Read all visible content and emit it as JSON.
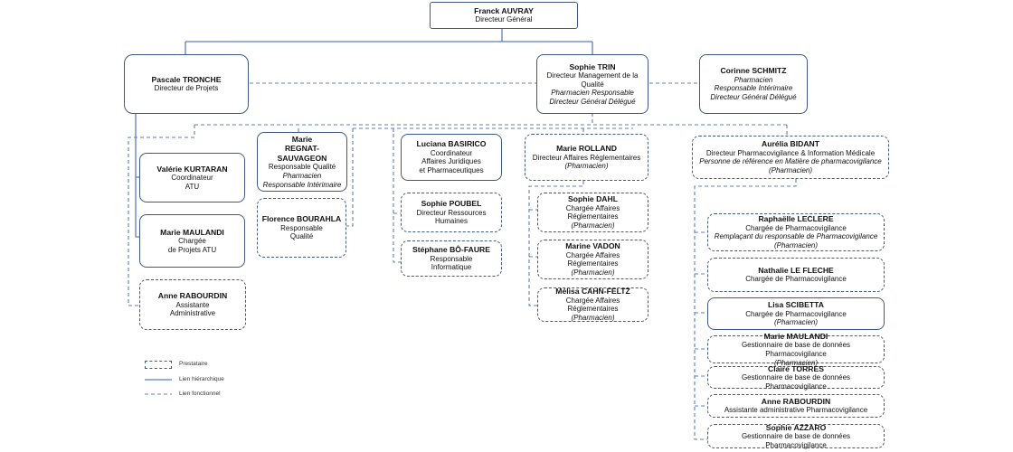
{
  "ceo": {
    "name": "Franck AUVRAY",
    "lines": [
      "Directeur Général"
    ]
  },
  "tronche": {
    "name": "Pascale TRONCHE",
    "lines": [
      "Directeur de Projets"
    ]
  },
  "trin": {
    "name": "Sophie TRIN",
    "lines": [
      "Directeur Management de la",
      "Qualité"
    ],
    "italic": [
      "Pharmacien Responsable",
      "Directeur Général Délégué"
    ]
  },
  "schmitz": {
    "name": "Corinne SCHMITZ",
    "italic": [
      "Pharmacien",
      "Responsable Intérimaire",
      "Directeur Général Délégué"
    ]
  },
  "kurtaran": {
    "name": "Valérie KURTARAN",
    "lines": [
      "Coordinateur",
      "ATU"
    ]
  },
  "maulandi1": {
    "name": "Marie MAULANDI",
    "lines": [
      "Chargée",
      "de Projets ATU"
    ]
  },
  "rabourdin1": {
    "name": "Anne RABOURDIN",
    "lines": [
      "Assistante",
      "Administrative"
    ]
  },
  "regnat": {
    "name": [
      "Marie",
      "REGNAT-SAUVAGEON"
    ],
    "lines": [
      "Responsable Qualité"
    ],
    "italic": [
      "Pharmacien",
      "Responsable Intérimaire"
    ]
  },
  "bourahla": {
    "name": "Florence BOURAHLA",
    "lines": [
      "Responsable",
      "Qualité"
    ]
  },
  "basirico": {
    "name": "Luciana BASIRICO",
    "lines": [
      "Coordinateur",
      "Affaires Juridiques",
      "et Pharmaceutiques"
    ]
  },
  "poubel": {
    "name": "Sophie POUBEL",
    "lines": [
      "Directeur Ressources",
      "Humaines"
    ]
  },
  "bofaure": {
    "name": "Stéphane BÔ-FAURE",
    "lines": [
      "Responsable",
      "Informatique"
    ]
  },
  "rolland": {
    "name": "Marie ROLLAND",
    "lines": [
      "Directeur Affaires Réglementaires"
    ],
    "italic": [
      "(Pharmacien)"
    ]
  },
  "dahl": {
    "name": "Sophie DAHL",
    "lines": [
      "Chargée Affaires Réglementaires"
    ],
    "italic": [
      "(Pharmacien)"
    ]
  },
  "vadon": {
    "name": "Marine VADON",
    "lines": [
      "Chargée Affaires Réglementaires"
    ],
    "italic": [
      "(Pharmacien)"
    ]
  },
  "cahn": {
    "name": "Mélisa CAHN-FELTZ",
    "lines": [
      "Chargée Affaires Réglementaires"
    ],
    "italic": [
      "(Pharmacien)"
    ]
  },
  "bidant": {
    "name": "Aurélia BIDANT",
    "lines": [
      "Directeur Pharmacovigilance & Information Médicale"
    ],
    "italic": [
      "Personne de référence en Matière de pharmacovigilance",
      "(Pharmacien)"
    ]
  },
  "leclere": {
    "name": "Raphaëlle LECLERE",
    "lines": [
      "Chargée de Pharmacovigilance"
    ],
    "italic": [
      "Remplaçant du responsable de Pharmacovigilance",
      "(Pharmacien)"
    ]
  },
  "lefleche": {
    "name": "Nathalie LE FLECHE",
    "lines": [
      "Chargée de Pharmacovigilance"
    ]
  },
  "scibetta": {
    "name": "Lisa SCIBETTA",
    "lines": [
      "Chargée de Pharmacovigilance"
    ],
    "italic": [
      "(Pharmacien)"
    ]
  },
  "maulandi2": {
    "name": "Marie MAULANDI",
    "lines": [
      "Gestionnaire de base de données Pharmacovigilance"
    ],
    "italic": [
      "(Pharmacien)"
    ]
  },
  "torres": {
    "name": "Claire TORRES",
    "lines": [
      "Gestionnaire de base de données Pharmacovigilance"
    ]
  },
  "rabourdin2": {
    "name": "Anne RABOURDIN",
    "lines": [
      "Assistante administrative Pharmacovigilance"
    ]
  },
  "azzaro": {
    "name": "Sophie AZZARO",
    "lines": [
      "Gestionnaire de base de données Pharmacovigilance"
    ]
  },
  "legend": {
    "prestataire": "Prestataire",
    "hierarchique": "Lien hiérarchique",
    "fonctionnel": "Lien fonctionnel"
  },
  "colors": {
    "line": "#3f5a7f",
    "border": "#3f5a7f",
    "dotted_border": "#555555"
  }
}
